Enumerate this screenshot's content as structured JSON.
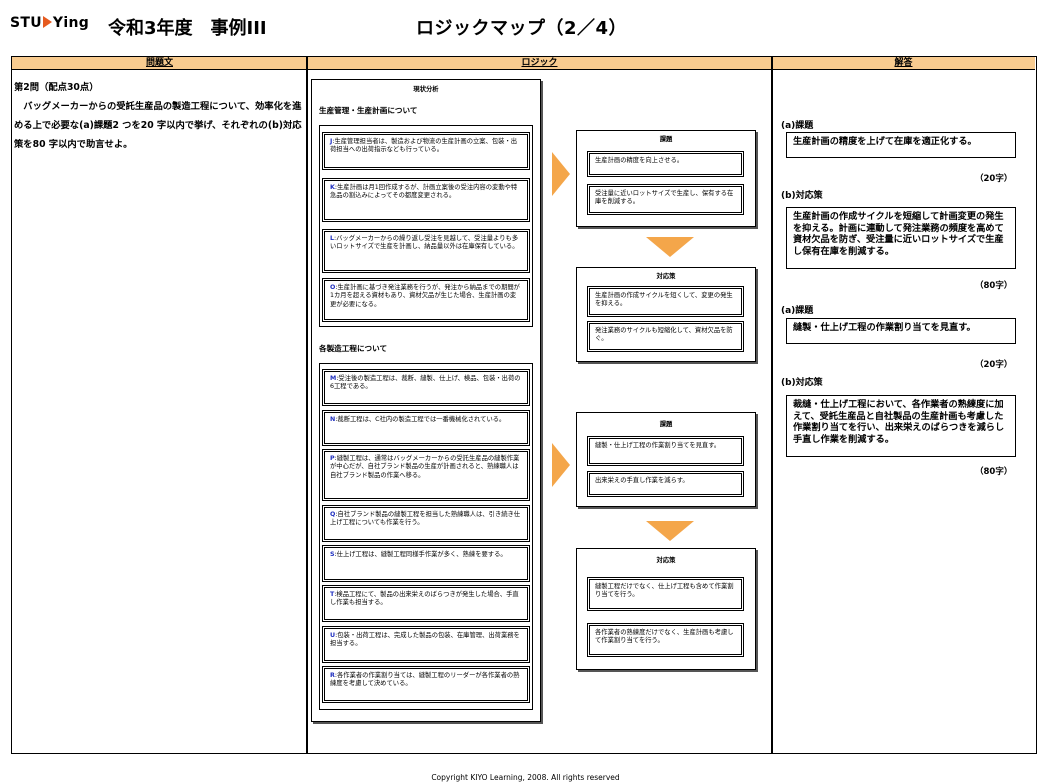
{
  "header": {
    "logo_left": "STU",
    "logo_right": "Ying",
    "title_left": "令和3年度　事例III",
    "title_right": "ロジックマップ（2／4）"
  },
  "columns": {
    "question": "問題文",
    "logic": "ロジック",
    "answer": "解答"
  },
  "question": {
    "heading": "第2問（配点30点）",
    "body": "　バッグメーカーからの受託生産品の製造工程について、効率化を進める上で必要な(a)課題2 つを20 字以内で挙げ、それぞれの(b)対応策を80 字以内で助言せよ。"
  },
  "logic": {
    "analysis_title": "現状分析",
    "section1": "生産管理・生産計画について",
    "s1_items": [
      {
        "label": "J",
        "text": ":生産管理担当者は、製造および物流の生産計画の立案、包装・出荷担当への出荷指示なども行っている。"
      },
      {
        "label": "K",
        "text": ":生産計画は月1回作成するが、計画立案後の受注内容の変動や特急品の割込みによってその都度変更される。"
      },
      {
        "label": "L",
        "text": ":バッグメーカーからの繰り返し受注を見越して、受注量よりも多いロットサイズで生産を計画し、納品量以外は在庫保有している。"
      },
      {
        "label": "O",
        "text": ":生産計画に基づき発注業務を行うが、発注から納品までの期間が1カ月を超える資材もあり、資材欠品が生じた場合、生産計画の変更が必要になる。"
      }
    ],
    "section2": "各製造工程について",
    "s2_items": [
      {
        "label": "M",
        "text": ":受注後の製造工程は、裁断、縫製、仕上げ、検品、包装・出荷の6工程である。"
      },
      {
        "label": "N",
        "text": ":裁断工程は、C社内の製造工程では一番機械化されている。"
      },
      {
        "label": "P",
        "text": ":縫製工程は、通常はバッグメーカーからの受託生産品の縫製作業が中心だが、自社ブランド製品の生産が計画されると、熟練職人は自社ブランド製品の作業へ移る。"
      },
      {
        "label": "Q",
        "text": ":自社ブランド製品の縫製工程を担当した熟練職人は、引き続き仕上げ工程についても作業を行う。"
      },
      {
        "label": "S",
        "text": ":仕上げ工程は、縫製工程同様手作業が多く、熟練を要する。"
      },
      {
        "label": "T",
        "text": ":検品工程にて、製品の出来栄えのばらつきが発生した場合、手直し作業も担当する。"
      },
      {
        "label": "U",
        "text": ":包装・出荷工程は、完成した製品の包装、在庫管理、出荷業務を担当する。"
      },
      {
        "label": "R",
        "text": ":各作業者の作業割り当ては、縫製工程のリーダーが各作業者の熟練度を考慮して決めている。"
      }
    ],
    "g1_issue_title": "課題",
    "g1_issues": [
      "生産計画の精度を向上させる。",
      "受注量に近いロットサイズで生産し、保有する在庫を削減する。"
    ],
    "g1_measure_title": "対応策",
    "g1_measures": [
      "生産計画の作成サイクルを短くして、変更の発生を抑える。",
      "発注業務のサイクルも短縮化して、資材欠品を防ぐ。"
    ],
    "g2_issue_title": "課題",
    "g2_issues": [
      "縫製・仕上げ工程の作業割り当てを見直す。",
      "出来栄えの手直し作業を減らす。"
    ],
    "g2_measure_title": "対応策",
    "g2_measures": [
      "縫製工程だけでなく、仕上げ工程も含めて作業割り当てを行う。",
      "各作業者の熟練度だけでなく、生産計画も考慮して作業割り当てを行う。"
    ]
  },
  "answer": {
    "a1_head": "(a)課題",
    "a1_text": "生産計画の精度を上げて在庫を適正化する。",
    "a1_count": "（20字）",
    "b1_head": "(b)対応策",
    "b1_text": "生産計画の作成サイクルを短縮して計画変更の発生を抑える。計画に連動して発注業務の頻度を高めて資材欠品を防ぎ、受注量に近いロットサイズで生産し保有在庫を削減する。",
    "b1_count": "（80字）",
    "a2_head": "(a)課題",
    "a2_text": "縫製・仕上げ工程の作業割り当てを見直す。",
    "a2_count": "（20字）",
    "b2_head": "(b)対応策",
    "b2_text": "裁縫・仕上げ工程において、各作業者の熟練度に加えて、受託生産品と自社製品の生産計画も考慮した作業割り当てを行い、出来栄えのばらつきを減らし手直し作業を削減する。",
    "b2_count": "（80字）"
  },
  "footer": {
    "copyright": "Copyright KIYO Learning, 2008. All rights reserved"
  },
  "colors": {
    "accent_orange": "#f4a64a",
    "header_orange": "#f8cb8f",
    "label_blue": "#1f2fbf"
  }
}
